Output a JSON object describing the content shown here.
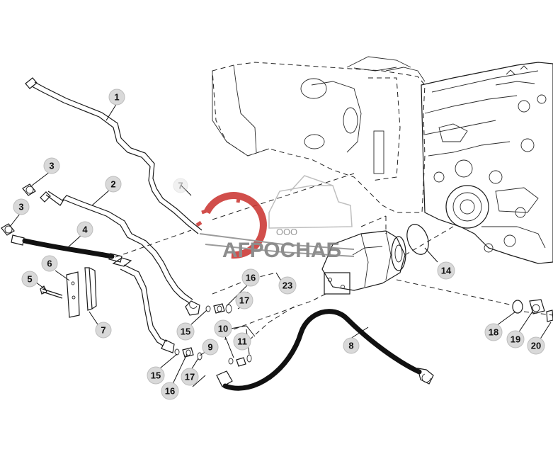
{
  "watermark": {
    "company_prefix": "ООО",
    "company_name": "АГРОСНАБ"
  },
  "callouts": {
    "c1": "1",
    "c2": "2",
    "c3a": "3",
    "c3b": "3",
    "c4": "4",
    "c5": "5",
    "c6": "6",
    "c7a": "7",
    "c7b": "7",
    "c8": "8",
    "c9": "9",
    "c10": "10",
    "c11": "11",
    "c14": "14",
    "c15a": "15",
    "c15b": "15",
    "c16a": "16",
    "c16b": "16",
    "c17a": "17",
    "c17b": "17",
    "c18": "18",
    "c19": "19",
    "c20": "20",
    "c23": "23"
  },
  "colors": {
    "line": "#1a1a1a",
    "callout_fill": "#d9d9d9",
    "watermark_red": "#c9302c",
    "watermark_gray": "#8a8a8a"
  }
}
